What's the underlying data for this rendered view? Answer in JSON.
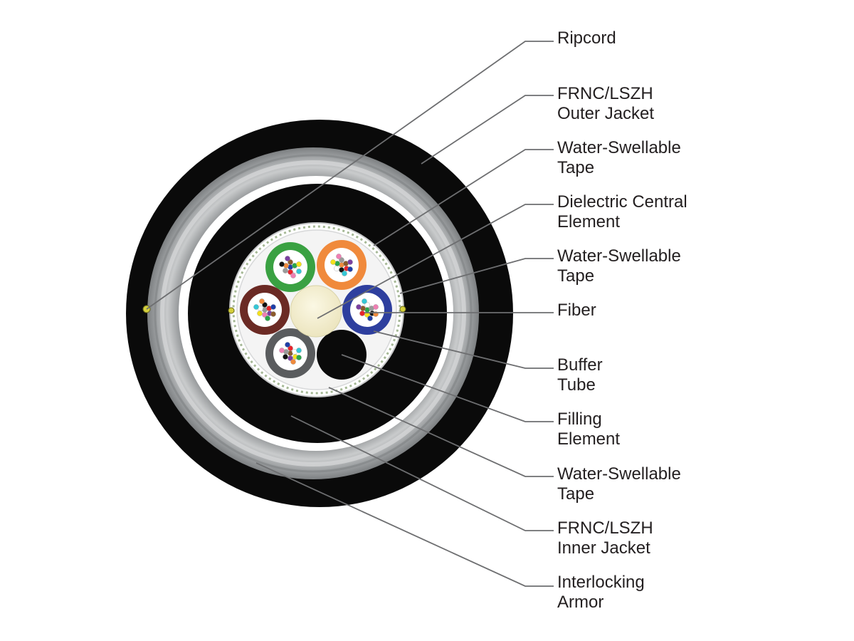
{
  "callouts": [
    {
      "id": "ripcord",
      "lines": [
        "Ripcord"
      ]
    },
    {
      "id": "outer-jacket",
      "lines": [
        "FRNC/LSZH",
        "Outer Jacket"
      ]
    },
    {
      "id": "water-swellable-tape-outer",
      "lines": [
        "Water-Swellable",
        "Tape"
      ]
    },
    {
      "id": "dielectric-central-element",
      "lines": [
        "Dielectric Central",
        "Element"
      ]
    },
    {
      "id": "water-swellable-tape-core",
      "lines": [
        "Water-Swellable",
        "Tape"
      ]
    },
    {
      "id": "fiber",
      "lines": [
        "Fiber"
      ]
    },
    {
      "id": "buffer-tube",
      "lines": [
        "Buffer",
        "Tube"
      ]
    },
    {
      "id": "filling-element",
      "lines": [
        "Filling",
        "Element"
      ]
    },
    {
      "id": "water-swellable-tape-inner",
      "lines": [
        "Water-Swellable",
        "Tape"
      ]
    },
    {
      "id": "inner-jacket",
      "lines": [
        "FRNC/LSZH",
        "Inner Jacket"
      ]
    },
    {
      "id": "interlocking-armor",
      "lines": [
        "Interlocking",
        "Armor"
      ]
    }
  ],
  "colors": {
    "jacket": "#0a0a0a",
    "armor": "#a9acae",
    "tape": "#ffffff",
    "central_element": "#f6f2d4",
    "leader_line": "#6d6e70",
    "label_text": "#231f20"
  },
  "buffer_tube_colors": [
    "#3aa142",
    "#f08a3c",
    "#2e3f9e",
    "#5a5c5e",
    "#6b2a24"
  ],
  "fiber_colors": [
    "#1f3fa8",
    "#f08a3c",
    "#2aa64a",
    "#8b5a2b",
    "#9a9a9a",
    "#ffffff",
    "#e8242b",
    "#111111",
    "#f4e11c",
    "#7b3fa0",
    "#ef7fb3",
    "#35c7d6"
  ]
}
